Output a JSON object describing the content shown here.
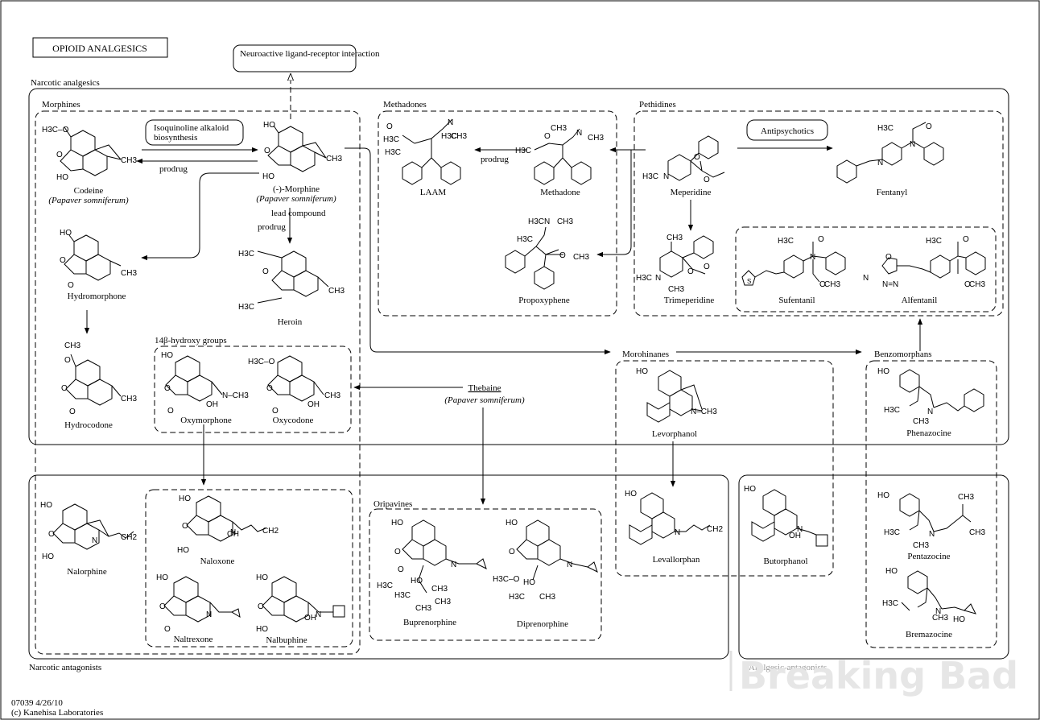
{
  "title": "OPIOID ANALGESICS",
  "linked_pathway": "Neuroactive ligand-receptor interaction",
  "groups": {
    "narcotic_analgesics": "Narcotic analgesics",
    "narcotic_antagonists": "Narcotic antagonists",
    "antagonists_faded": "Analgesic-antagonists",
    "morphines": "Morphines",
    "methadones": "Methadones",
    "pethidines": "Pethidines",
    "hydroxy": "14β-hydroxy groups",
    "morphinans": "Morohinanes",
    "benzomorphans": "Benzomorphans",
    "oripavines": "Oripavines"
  },
  "process_boxes": {
    "isoquinoline": [
      "Isoquinoline alkaloid",
      "biosynthesis"
    ],
    "antipsychotics": "Antipsychotics"
  },
  "edge_labels": {
    "prodrug": "prodrug",
    "lead": "lead compound"
  },
  "compounds": {
    "codeine": {
      "name": "Codeine",
      "source": "(Papaver somniferum)"
    },
    "morphine": {
      "name": "(-)-Morphine",
      "source": "(Papaver somniferum)"
    },
    "hydromorphone": {
      "name": "Hydromorphone"
    },
    "hydrocodone": {
      "name": "Hydrocodone"
    },
    "heroin": {
      "name": "Heroin"
    },
    "oxymorphone": {
      "name": "Oxymorphone"
    },
    "oxycodone": {
      "name": "Oxycodone"
    },
    "laam": {
      "name": "LAAM"
    },
    "methadone": {
      "name": "Methadone"
    },
    "propoxyphene": {
      "name": "Propoxyphene"
    },
    "meperidine": {
      "name": "Meperidine"
    },
    "fentanyl": {
      "name": "Fentanyl"
    },
    "trimeperidine": {
      "name": "Trimeperidine"
    },
    "sufentanil": {
      "name": "Sufentanil"
    },
    "alfentanil": {
      "name": "Alfentanil"
    },
    "thebaine": {
      "name": "Thebaine",
      "source": "(Papaver somniferum)"
    },
    "levorphanol": {
      "name": "Levorphanol"
    },
    "phenazocine": {
      "name": "Phenazocine"
    },
    "nalorphine": {
      "name": "Nalorphine"
    },
    "naloxone": {
      "name": "Naloxone"
    },
    "naltrexone": {
      "name": "Naltrexone"
    },
    "nalbuphine": {
      "name": "Nalbuphine"
    },
    "buprenorphine": {
      "name": "Buprenorphine"
    },
    "diprenorphine": {
      "name": "Diprenorphine"
    },
    "levallorphan": {
      "name": "Levallorphan"
    },
    "butorphanol": {
      "name": "Butorphanol"
    },
    "pentazocine": {
      "name": "Pentazocine"
    },
    "bremazocine": {
      "name": "Bremazocine"
    }
  },
  "footer": {
    "code": "07039 4/26/10",
    "copyright": "(c) Kanehisa Laboratories"
  },
  "watermark": "Breaking Bad"
}
